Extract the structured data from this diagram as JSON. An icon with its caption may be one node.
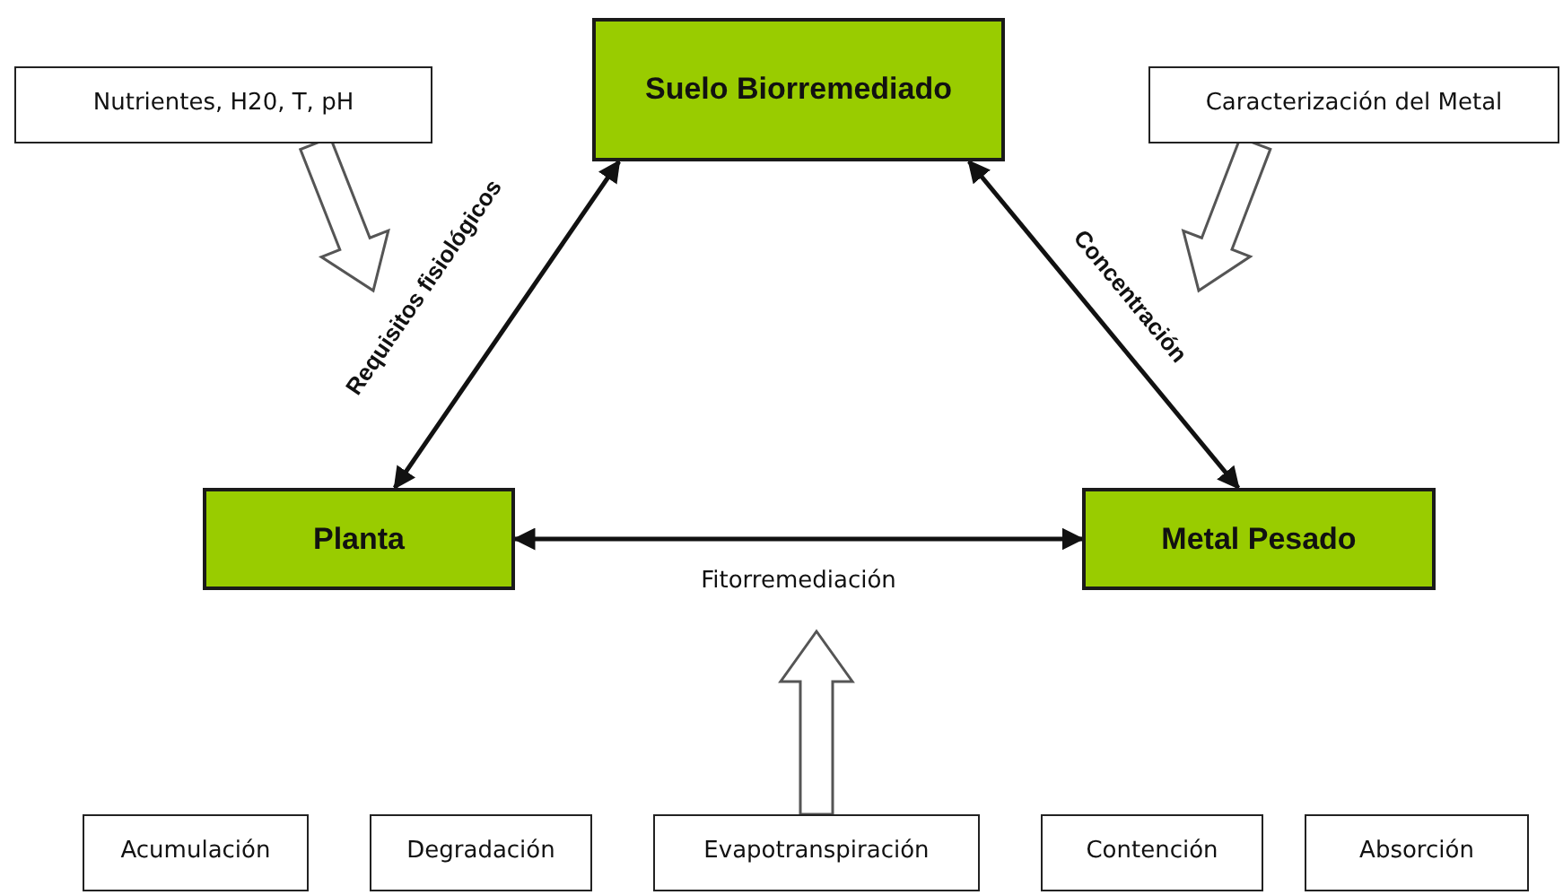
{
  "diagram": {
    "nodes": [
      {
        "text": [
          "Nutrientes, H20, T, pH"
        ]
      },
      {
        "text": [
          "Suelo Biorremediado"
        ]
      },
      {
        "text": [
          "Caracterización del Metal"
        ]
      },
      {
        "text": [
          "Planta"
        ]
      },
      {
        "text": [
          "Metal Pesado"
        ]
      },
      {
        "text": [
          "Acumulación"
        ]
      },
      {
        "text": [
          "Degradación"
        ]
      },
      {
        "text": [
          "Evapotranspiración"
        ]
      },
      {
        "text": [
          "Contención"
        ]
      },
      {
        "text": [
          "Absorción"
        ]
      }
    ],
    "edges": [
      {
        "from": 0,
        "to": null,
        "arrow": "to",
        "style": "thick"
      },
      {
        "from": 2,
        "to": null,
        "arrow": "to",
        "style": "thick"
      },
      {
        "from": 3,
        "to": 1,
        "arrow": "both",
        "label": "Requisitos fisiológicos"
      },
      {
        "from": 1,
        "to": 4,
        "arrow": "both",
        "label": "Concentración"
      },
      {
        "from": 3,
        "to": 4,
        "arrow": "both",
        "label": "Fitorremediación"
      },
      {
        "from": 7,
        "to": null,
        "arrow": "to",
        "style": "thick"
      }
    ]
  }
}
